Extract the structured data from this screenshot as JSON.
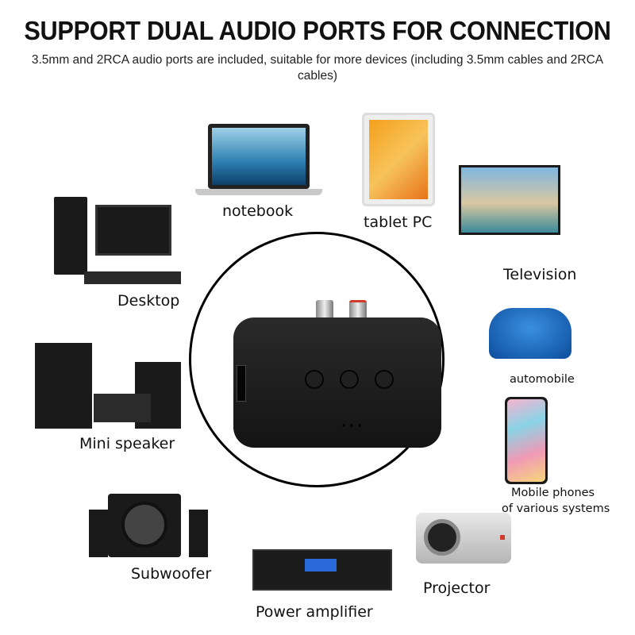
{
  "header": {
    "title": "SUPPORT DUAL AUDIO PORTS FOR CONNECTION",
    "subtitle": "3.5mm and 2RCA audio ports are included, suitable for more devices (including 3.5mm cables and 2RCA cables)"
  },
  "devices": {
    "notebook": "notebook",
    "tablet": "tablet PC",
    "television": "Television",
    "desktop": "Desktop",
    "automobile": "automobile",
    "mini_speaker": "Mini speaker",
    "mobile_line1": "Mobile phones",
    "mobile_line2": "of various systems",
    "subwoofer": "Subwoofer",
    "projector": "Projector",
    "power_amplifier": "Power amplifier"
  },
  "colors": {
    "device_body": "#1a1a1a",
    "accent_red": "#d23a2a"
  }
}
